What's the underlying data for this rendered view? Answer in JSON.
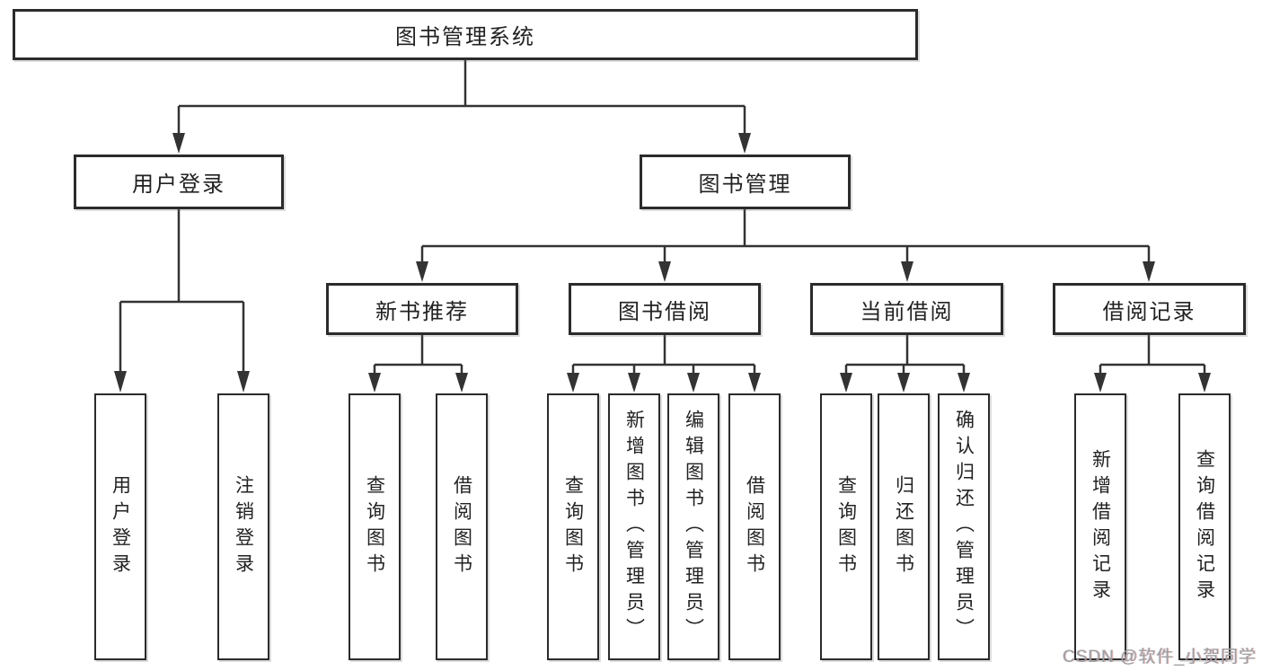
{
  "diagram": {
    "root": {
      "label": "图书管理系统"
    },
    "level2": [
      {
        "label": "用户登录"
      },
      {
        "label": "图书管理"
      }
    ],
    "level3": [
      {
        "label": "新书推荐"
      },
      {
        "label": "图书借阅"
      },
      {
        "label": "当前借阅"
      },
      {
        "label": "借阅记录"
      }
    ],
    "leaves": {
      "user_login": [
        {
          "label": "用户登录"
        },
        {
          "label": "注销登录"
        }
      ],
      "new_book_recommend": [
        {
          "label": "查询图书"
        },
        {
          "label": "借阅图书"
        }
      ],
      "book_borrow": [
        {
          "label": "查询图书"
        },
        {
          "label": "新增图书（管理员）"
        },
        {
          "label": "编辑图书（管理员）"
        },
        {
          "label": "借阅图书"
        }
      ],
      "current_borrow": [
        {
          "label": "查询图书"
        },
        {
          "label": "归还图书"
        },
        {
          "label": "确认归还（管理员）"
        }
      ],
      "borrow_records": [
        {
          "label": "新增借阅记录"
        },
        {
          "label": "查询借阅记录"
        }
      ]
    },
    "watermark": {
      "text": "CSDN @软件_小贺同学"
    },
    "colors": {
      "line": "#333333",
      "box_border": "#2b2b2b",
      "text": "#222222",
      "background": "#ffffff",
      "watermark": "#9f9f9f"
    }
  }
}
